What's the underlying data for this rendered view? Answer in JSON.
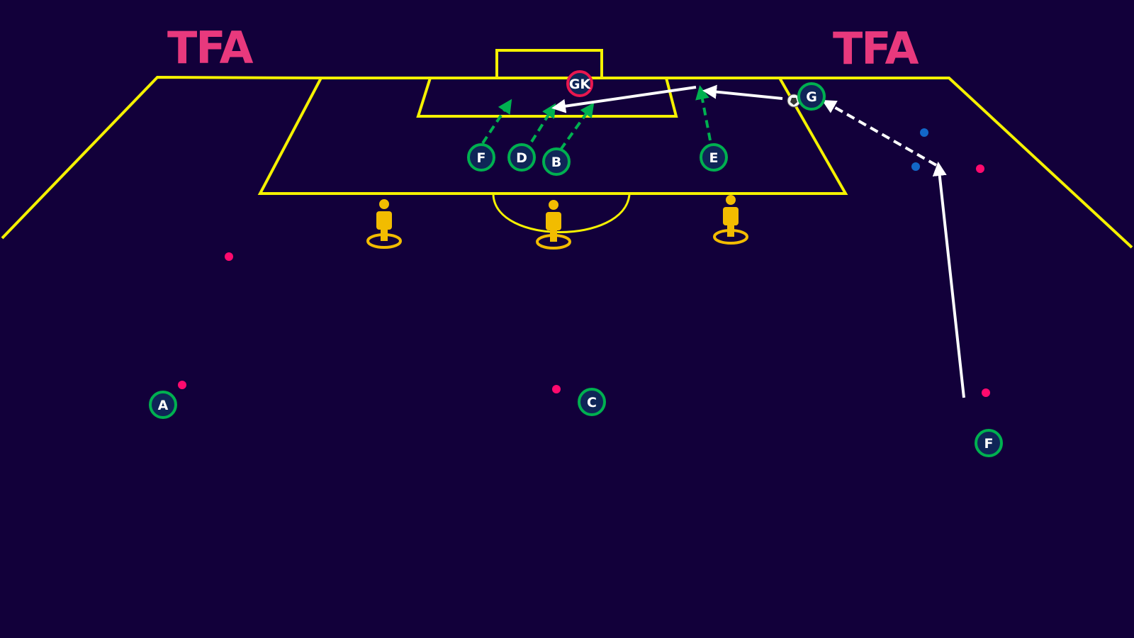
{
  "logos": [
    {
      "id": "logo-left",
      "text": "TFA"
    },
    {
      "id": "logo-right",
      "text": "TFA"
    }
  ],
  "colors": {
    "background": "#12003a",
    "pitch_lines": "#f5f100",
    "logo": "#e8397d",
    "player_fill": "#0f2557",
    "player_ring": "#00b050",
    "goalkeeper_ring": "#e8174f",
    "mannequin": "#f2bc00",
    "run_arrow": "#00b050",
    "pass_arrow": "#ffffff",
    "cone_pink": "#ff0a6e",
    "cone_blue": "#1267c8"
  },
  "goalkeeper": {
    "label": "GK"
  },
  "players": [
    {
      "id": "F1",
      "label": "F"
    },
    {
      "id": "D",
      "label": "D"
    },
    {
      "id": "B",
      "label": "B"
    },
    {
      "id": "E",
      "label": "E"
    },
    {
      "id": "G",
      "label": "G"
    },
    {
      "id": "A",
      "label": "A"
    },
    {
      "id": "C",
      "label": "C"
    },
    {
      "id": "F2",
      "label": "F"
    }
  ],
  "mannequins": [
    {
      "id": "mannequin-left",
      "icon": "mannequin-icon"
    },
    {
      "id": "mannequin-center",
      "icon": "mannequin-icon"
    },
    {
      "id": "mannequin-right",
      "icon": "mannequin-icon"
    }
  ],
  "cones": [
    {
      "id": "cone-1",
      "color": "pink"
    },
    {
      "id": "cone-2",
      "color": "pink"
    },
    {
      "id": "cone-3",
      "color": "pink"
    },
    {
      "id": "cone-4",
      "color": "pink"
    },
    {
      "id": "cone-5",
      "color": "pink"
    },
    {
      "id": "cone-6",
      "color": "blue"
    },
    {
      "id": "cone-7",
      "color": "blue"
    }
  ],
  "ball": {
    "icon": "football-icon"
  }
}
